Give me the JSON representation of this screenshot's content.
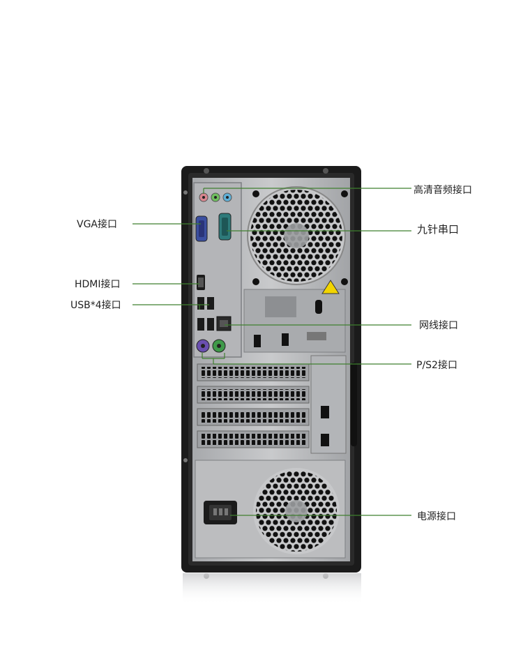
{
  "callouts": {
    "audio": "高清音频接口",
    "serial": "九针串口",
    "vga": "VGA接口",
    "hdmi": "HDMI接口",
    "usb": "USB*4接口",
    "network": "网线接口",
    "ps2": "P/S2接口",
    "power": "电源接口"
  },
  "colors": {
    "leader_line": "#3f7f2f",
    "case_body": "#1b1b1b",
    "panel": "#b9babc",
    "panel_dark": "#8d8f92",
    "vga_port": "#3b4fa0",
    "serial_port": "#2e7a7a",
    "ps2_keyboard": "#6a4fb0",
    "ps2_mouse": "#3f9a4a",
    "audio_pink": "#d9868f",
    "audio_green": "#6fbf5f",
    "audio_blue": "#5fb0d8"
  }
}
